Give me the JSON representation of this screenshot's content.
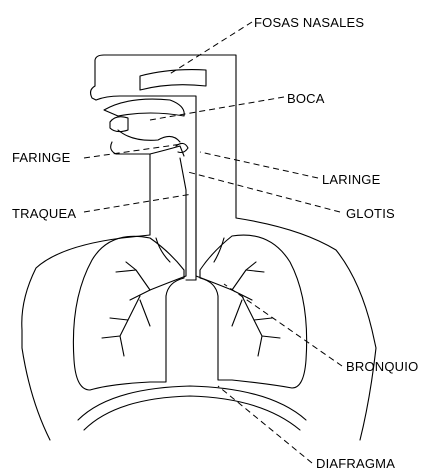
{
  "labels": {
    "fosas_nasales": "FOSAS NASALES",
    "boca": "BOCA",
    "faringe": "FARINGE",
    "laringe": "LARINGE",
    "traquea": "TRAQUEA",
    "glotis": "GLOTIS",
    "bronquio": "BRONQUIO",
    "diafragma": "DIAFRAGMA"
  },
  "colors": {
    "line": "#000000",
    "background": "#ffffff"
  }
}
